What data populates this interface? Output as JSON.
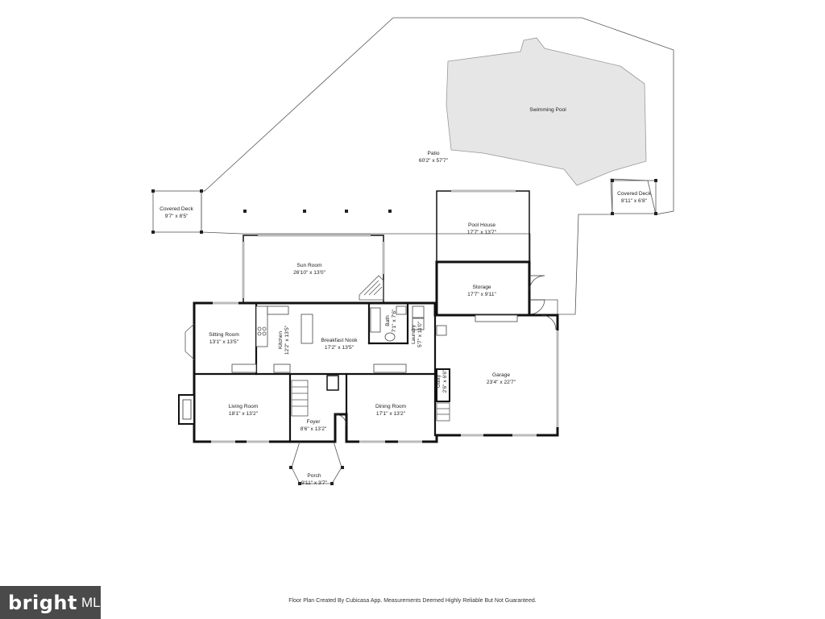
{
  "rooms": {
    "swimming_pool": {
      "name": "Swimming Pool",
      "dims": ""
    },
    "patio": {
      "name": "Patio",
      "dims": "60'2\" x 57'7\""
    },
    "covered_deck_left": {
      "name": "Covered Deck",
      "dims": "9'7\" x 8'5\""
    },
    "covered_deck_right": {
      "name": "Covered Deck",
      "dims": "8'11\" x 6'8\""
    },
    "pool_house": {
      "name": "Pool House",
      "dims": "17'7\" x 13'7\""
    },
    "storage": {
      "name": "Storage",
      "dims": "17'7\" x 9'11\""
    },
    "sun_room": {
      "name": "Sun Room",
      "dims": "26'10\" x 13'0\""
    },
    "sitting_room": {
      "name": "Sitting Room",
      "dims": "13'1\" x 13'5\""
    },
    "kitchen": {
      "name": "Kitchen",
      "dims": "12'2\" x 13'5\""
    },
    "breakfast_nook": {
      "name": "Breakfast Nook",
      "dims": "17'2\" x 13'5\""
    },
    "bath": {
      "name": "Bath",
      "dims": "7'1\" x 7'6\""
    },
    "laundry": {
      "name": "Laundry",
      "dims": "5'7\" x 11'0\""
    },
    "utility": {
      "name": "Utility",
      "dims": "2'6\" x 6'6\""
    },
    "garage": {
      "name": "Garage",
      "dims": "23'4\" x 22'7\""
    },
    "living_room": {
      "name": "Living Room",
      "dims": "18'1\" x 13'2\""
    },
    "foyer": {
      "name": "Foyer",
      "dims": "8'6\" x 13'2\""
    },
    "dining_room": {
      "name": "Dining Room",
      "dims": "17'1\" x 13'2\""
    },
    "porch": {
      "name": "Porch",
      "dims": "9'11\" x 3'7\""
    }
  },
  "footer": {
    "note": "Floor Plan Created By Cubicasa App. Measurements Deemed Highly Reliable But Not Guaranteed."
  },
  "logo": {
    "word": "bright",
    "suffix": "MLS"
  }
}
